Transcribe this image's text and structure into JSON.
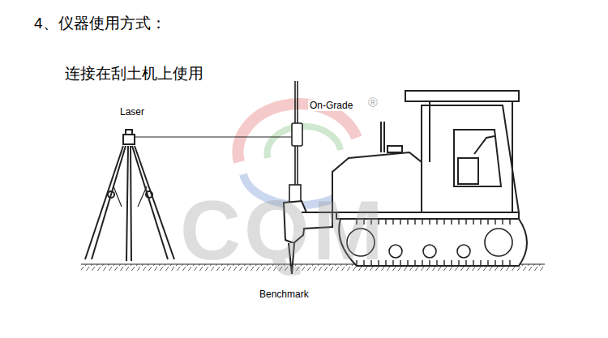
{
  "diagram": {
    "title": "4、仪器使用方式：",
    "labels": [
      "连接在刮土机上使用",
      "Laser",
      "On-Grade",
      "®",
      "Benchmark",
      "CQM"
    ]
  }
}
